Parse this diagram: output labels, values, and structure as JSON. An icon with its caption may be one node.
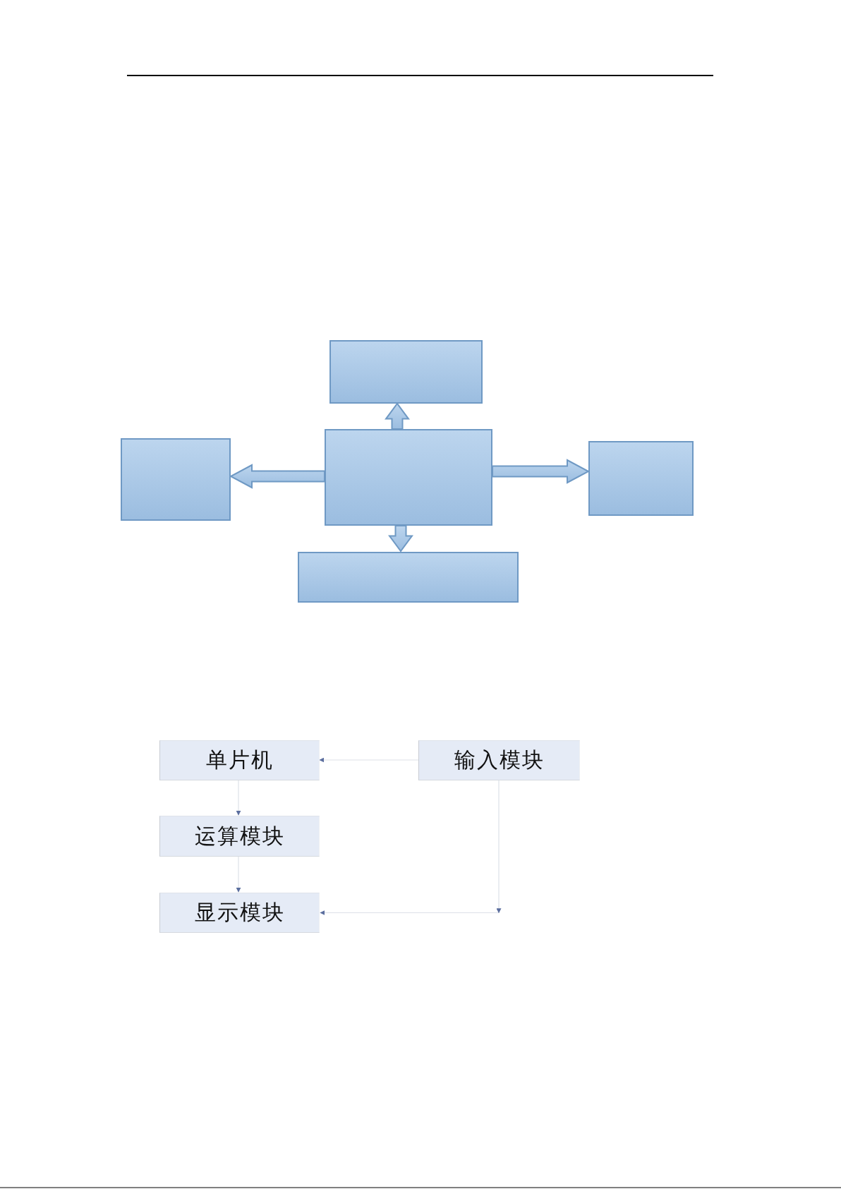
{
  "diagram": {
    "nodes": [
      {
        "text": [],
        "shape": "box"
      },
      {
        "text": [],
        "shape": "box"
      },
      {
        "text": [],
        "shape": "box"
      },
      {
        "text": [],
        "shape": "box"
      },
      {
        "text": [],
        "shape": "box"
      },
      {
        "text": [
          "单片机"
        ]
      },
      {
        "text": [
          "输入模块"
        ]
      },
      {
        "text": [
          "运算模块"
        ]
      },
      {
        "text": [
          "显示模块"
        ]
      }
    ],
    "edges": [
      {
        "from": 2,
        "to": 0,
        "arrow": "to",
        "style": "thick"
      },
      {
        "from": 2,
        "to": 1,
        "arrow": "to",
        "style": "thick"
      },
      {
        "from": 2,
        "to": 3,
        "arrow": "to",
        "style": "thick"
      },
      {
        "from": 2,
        "to": 4,
        "arrow": "to",
        "style": "thick"
      },
      {
        "from": 6,
        "to": 5,
        "arrow": "to"
      },
      {
        "from": 5,
        "to": 7,
        "arrow": "to"
      },
      {
        "from": 7,
        "to": 8,
        "arrow": "to"
      },
      {
        "from": 6,
        "to": 8,
        "arrow": "to"
      }
    ]
  }
}
